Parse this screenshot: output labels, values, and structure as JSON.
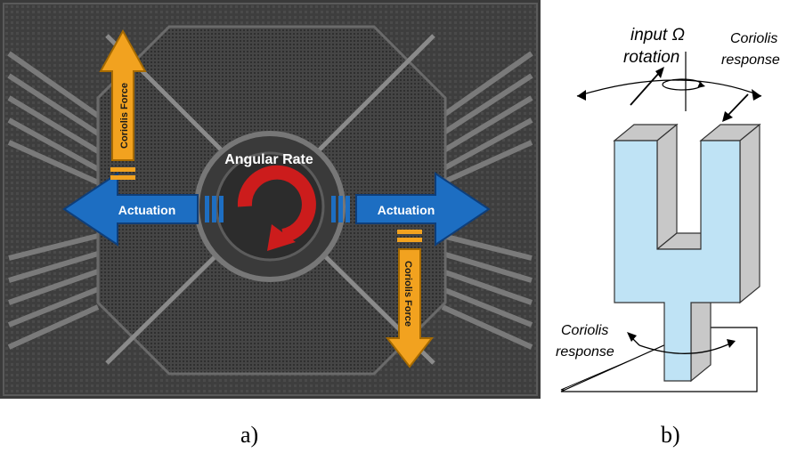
{
  "panel_a": {
    "angular_rate_label": "Angular Rate",
    "actuation_left_label": "Actuation",
    "actuation_right_label": "Actuation",
    "coriolis_force_top_label": "Coriolis Force",
    "coriolis_force_bottom_label": "Coriolis Force",
    "colors": {
      "actuation_arrow": "#1d6ec2",
      "coriolis_arrow": "#f2a21f",
      "rotation_arrow": "#cc1c1c",
      "die_background": "#3c3c3c"
    }
  },
  "panel_b": {
    "input_label_line1": "input Ω",
    "input_label_line2": "rotation",
    "coriolis_top_line1": "Coriolis",
    "coriolis_top_line2": "response",
    "coriolis_bottom_line1": "Coriolis",
    "coriolis_bottom_line2": "response",
    "colors": {
      "fork_front": "#bfe3f5",
      "fork_side": "#c8c8c8"
    }
  },
  "captions": {
    "a": "a)",
    "b": "b)"
  }
}
